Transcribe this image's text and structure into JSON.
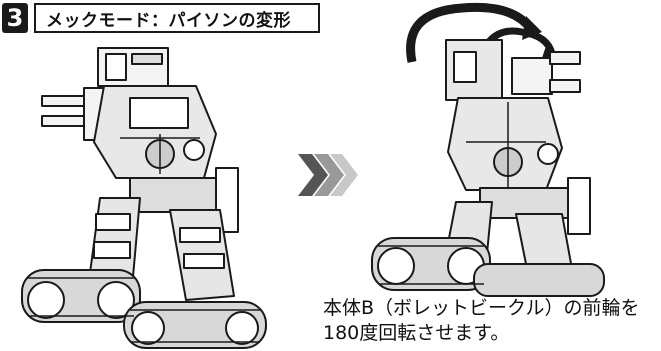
{
  "step": {
    "number": "3"
  },
  "title": "メックモード：パイソンの変形",
  "icons": {
    "step_badge": "number-badge",
    "arrow": "triple-chevron-right-icon",
    "rotate_arrows": "curved-rotate-arrow-icon"
  },
  "caption": {
    "line1": "本体B（ボレットビークル）の前輪を",
    "line2": "180度回転させます。"
  },
  "colors": {
    "ink": "#1a1a1a",
    "background": "#ffffff"
  }
}
